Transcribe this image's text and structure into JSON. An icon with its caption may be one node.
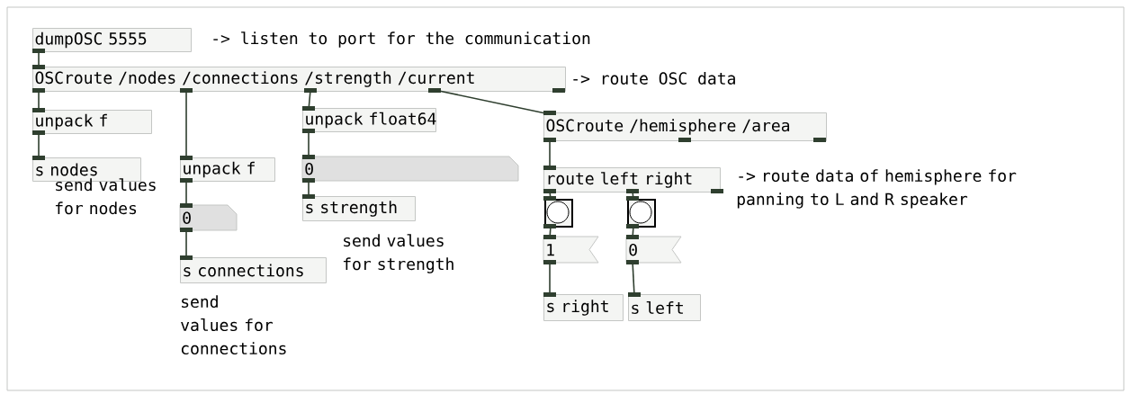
{
  "diagram": {
    "nodes": [
      {
        "text": [
          "dumpOSC 5555"
        ]
      },
      {
        "text": [
          "OSCroute /nodes /connections /strength /current"
        ]
      },
      {
        "text": [
          "unpack f"
        ]
      },
      {
        "text": [
          "unpack float64"
        ]
      },
      {
        "text": [
          "OSCroute /hemisphere /area"
        ]
      },
      {
        "text": [
          "s nodes"
        ]
      },
      {
        "text": [
          "unpack f"
        ]
      },
      {
        "text": [
          "0"
        ]
      },
      {
        "text": [
          "route left right"
        ]
      },
      {
        "text": [],
        "shape": "circle"
      },
      {
        "text": [],
        "shape": "circle"
      },
      {
        "text": [
          "s strength"
        ]
      },
      {
        "text": [
          "0"
        ]
      },
      {
        "text": [
          "1"
        ]
      },
      {
        "text": [
          "0"
        ]
      },
      {
        "text": [
          "s connections"
        ]
      },
      {
        "text": [
          "s right"
        ]
      },
      {
        "text": [
          "s left"
        ]
      }
    ],
    "edges": [
      {
        "from": 0,
        "to": 1,
        "arrow": "none"
      },
      {
        "from": 1,
        "to": 2,
        "arrow": "none"
      },
      {
        "from": 1,
        "to": 6,
        "arrow": "none"
      },
      {
        "from": 1,
        "to": 3,
        "arrow": "none"
      },
      {
        "from": 1,
        "to": 4,
        "arrow": "none"
      },
      {
        "from": 2,
        "to": 5,
        "arrow": "none"
      },
      {
        "from": 3,
        "to": 7,
        "arrow": "none"
      },
      {
        "from": 4,
        "to": 8,
        "arrow": "none"
      },
      {
        "from": 6,
        "to": 12,
        "arrow": "none"
      },
      {
        "from": 7,
        "to": 11,
        "arrow": "none"
      },
      {
        "from": 8,
        "to": 9,
        "arrow": "none"
      },
      {
        "from": 8,
        "to": 10,
        "arrow": "none"
      },
      {
        "from": 12,
        "to": 15,
        "arrow": "none"
      },
      {
        "from": 9,
        "to": 13,
        "arrow": "none"
      },
      {
        "from": 10,
        "to": 14,
        "arrow": "none"
      },
      {
        "from": 13,
        "to": 16,
        "arrow": "none"
      },
      {
        "from": 14,
        "to": 17,
        "arrow": "none"
      }
    ],
    "labels": [
      "-> listen to port for the communication",
      "-> route OSC data",
      "-> route data of hemisphere for panning to L and R speaker",
      "send values for nodes",
      "send values for strength",
      "send values for connections"
    ]
  }
}
